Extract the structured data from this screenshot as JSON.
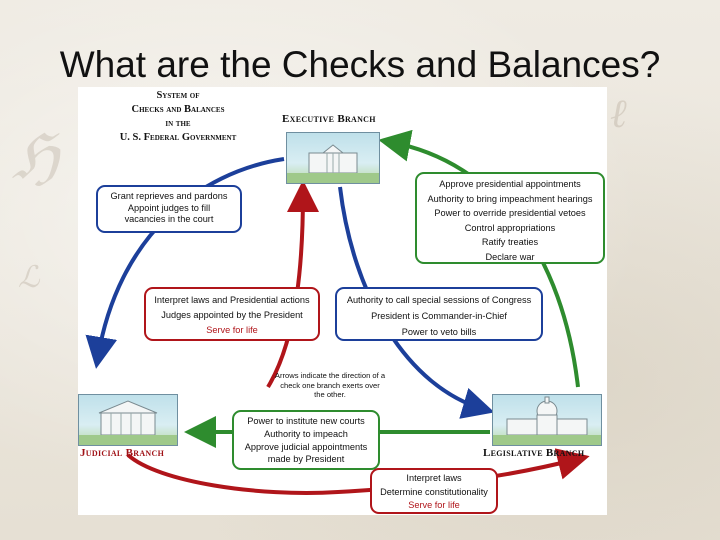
{
  "slide": {
    "title": "What are the Checks and Balances?"
  },
  "diagram": {
    "title_lines": [
      "System of",
      "Checks and Balances",
      "in the",
      "U. S. Federal Government"
    ],
    "executive_label": "Executive Branch",
    "judicial_label": "Judicial Branch",
    "legislative_label": "Legislative Branch",
    "note": "Arrows indicate the direction of a check one branch exerts over the other.",
    "exec_to_judicial": [
      "Grant reprieves and pardons",
      "Appoint judges to fill",
      "vacancies in the court"
    ],
    "judicial_to_exec": [
      "Interpret laws and Presidential actions",
      "Judges appointed by the President",
      "Serve for life"
    ],
    "legislative_to_exec": [
      "Approve presidential appointments",
      "Authority to bring impeachment hearings",
      "Power to override presidential vetoes",
      "Control appropriations",
      "Ratify treaties",
      "Declare war"
    ],
    "exec_to_legislative": [
      "Authority to call special sessions of Congress",
      "President is Commander-in-Chief",
      "Power to veto bills"
    ],
    "legislative_to_judicial": [
      "Power to institute new courts",
      "Authority to impeach",
      "Approve judicial appointments",
      "made by President"
    ],
    "judicial_to_legislative": [
      "Interpret laws",
      "Determine constitutionality",
      "Serve for life"
    ],
    "colors": {
      "executive_arrows": "#1c3f9a",
      "judicial_arrows": "#b0151a",
      "legislative_arrows": "#2e8c2e"
    }
  }
}
